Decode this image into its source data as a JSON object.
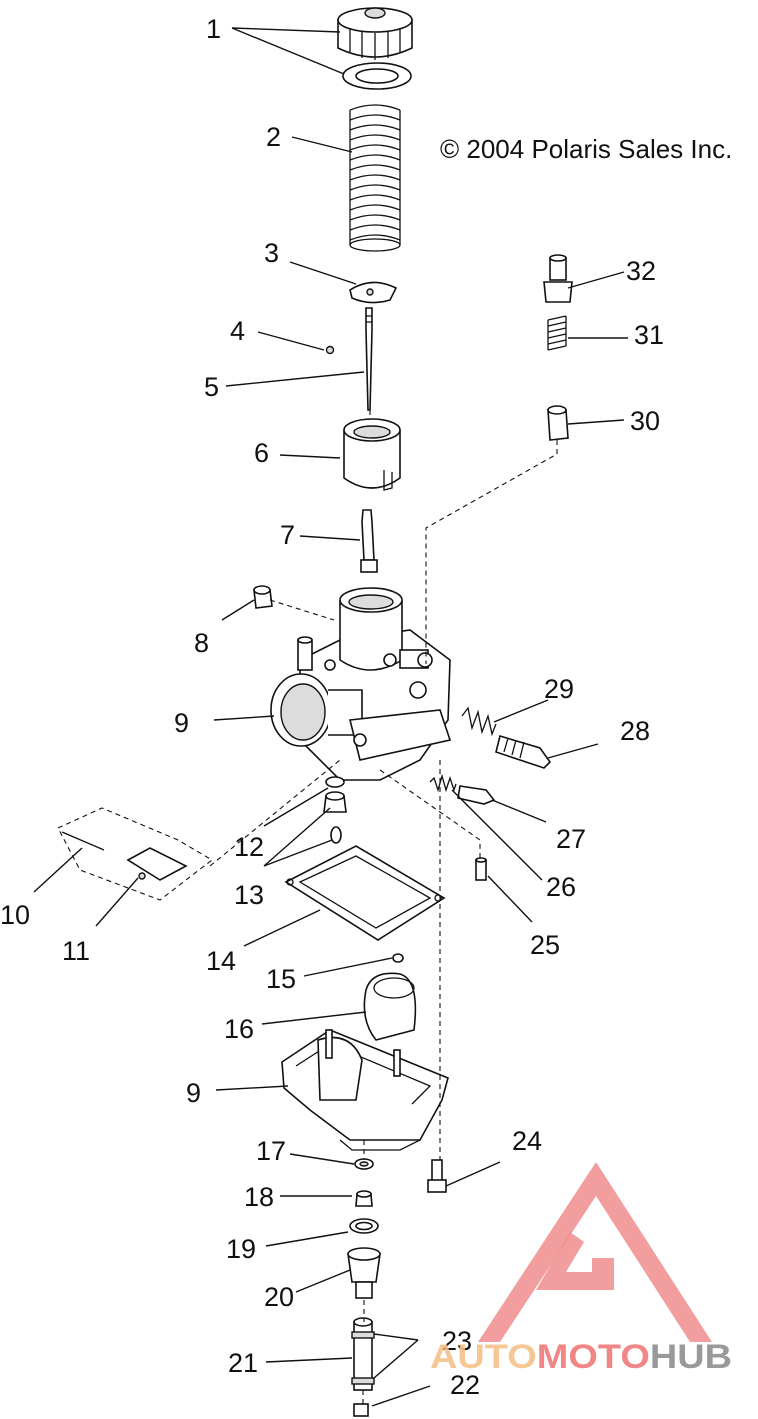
{
  "copyright": "© 2004 Polaris Sales Inc.",
  "watermark": {
    "word_a": "AUTO",
    "word_b": "MOTO",
    "word_c": "HUB",
    "colors": {
      "a": "#f5c28a",
      "b": "#f07a7a",
      "c": "#8f8f8f",
      "logo": "#f08080"
    }
  },
  "callouts": {
    "c1": "1",
    "c2": "2",
    "c3": "3",
    "c4": "4",
    "c5": "5",
    "c6": "6",
    "c7": "7",
    "c8": "8",
    "c9a": "9",
    "c9b": "9",
    "c10": "10",
    "c11": "11",
    "c12": "12",
    "c13": "13",
    "c14": "14",
    "c15": "15",
    "c16": "16",
    "c17": "17",
    "c18": "18",
    "c19": "19",
    "c20": "20",
    "c21": "21",
    "c22": "22",
    "c23": "23",
    "c24": "24",
    "c25": "25",
    "c26": "26",
    "c27": "27",
    "c28": "28",
    "c29": "29",
    "c30": "30",
    "c31": "31",
    "c32": "32"
  }
}
